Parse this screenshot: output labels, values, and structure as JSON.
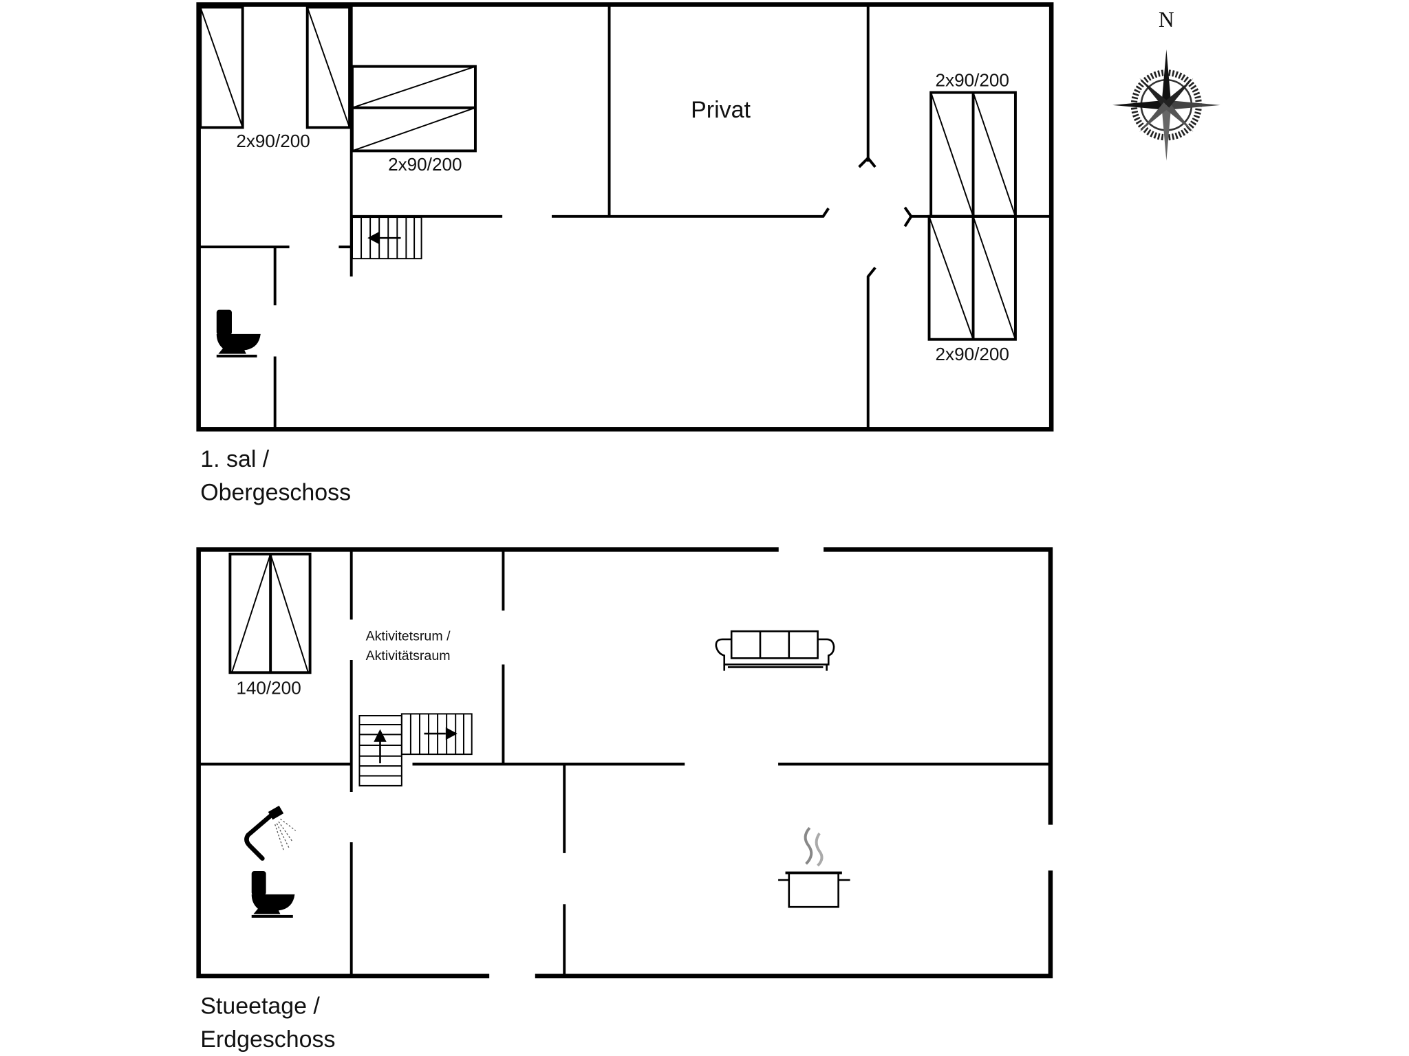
{
  "compass": {
    "north_label": "N"
  },
  "upper_floor": {
    "title_line1": "1. sal /",
    "title_line2": "Obergeschoss",
    "rooms": {
      "private": "Privat"
    },
    "beds": [
      "2x90/200",
      "2x90/200",
      "2x90/200",
      "2x90/200"
    ]
  },
  "ground_floor": {
    "title_line1": "Stueetage /",
    "title_line2": "Erdgeschoss",
    "rooms": {
      "activity_line1": "Aktivitetsrum /",
      "activity_line2": "Aktivitätsraum"
    },
    "beds": [
      "140/200"
    ]
  }
}
